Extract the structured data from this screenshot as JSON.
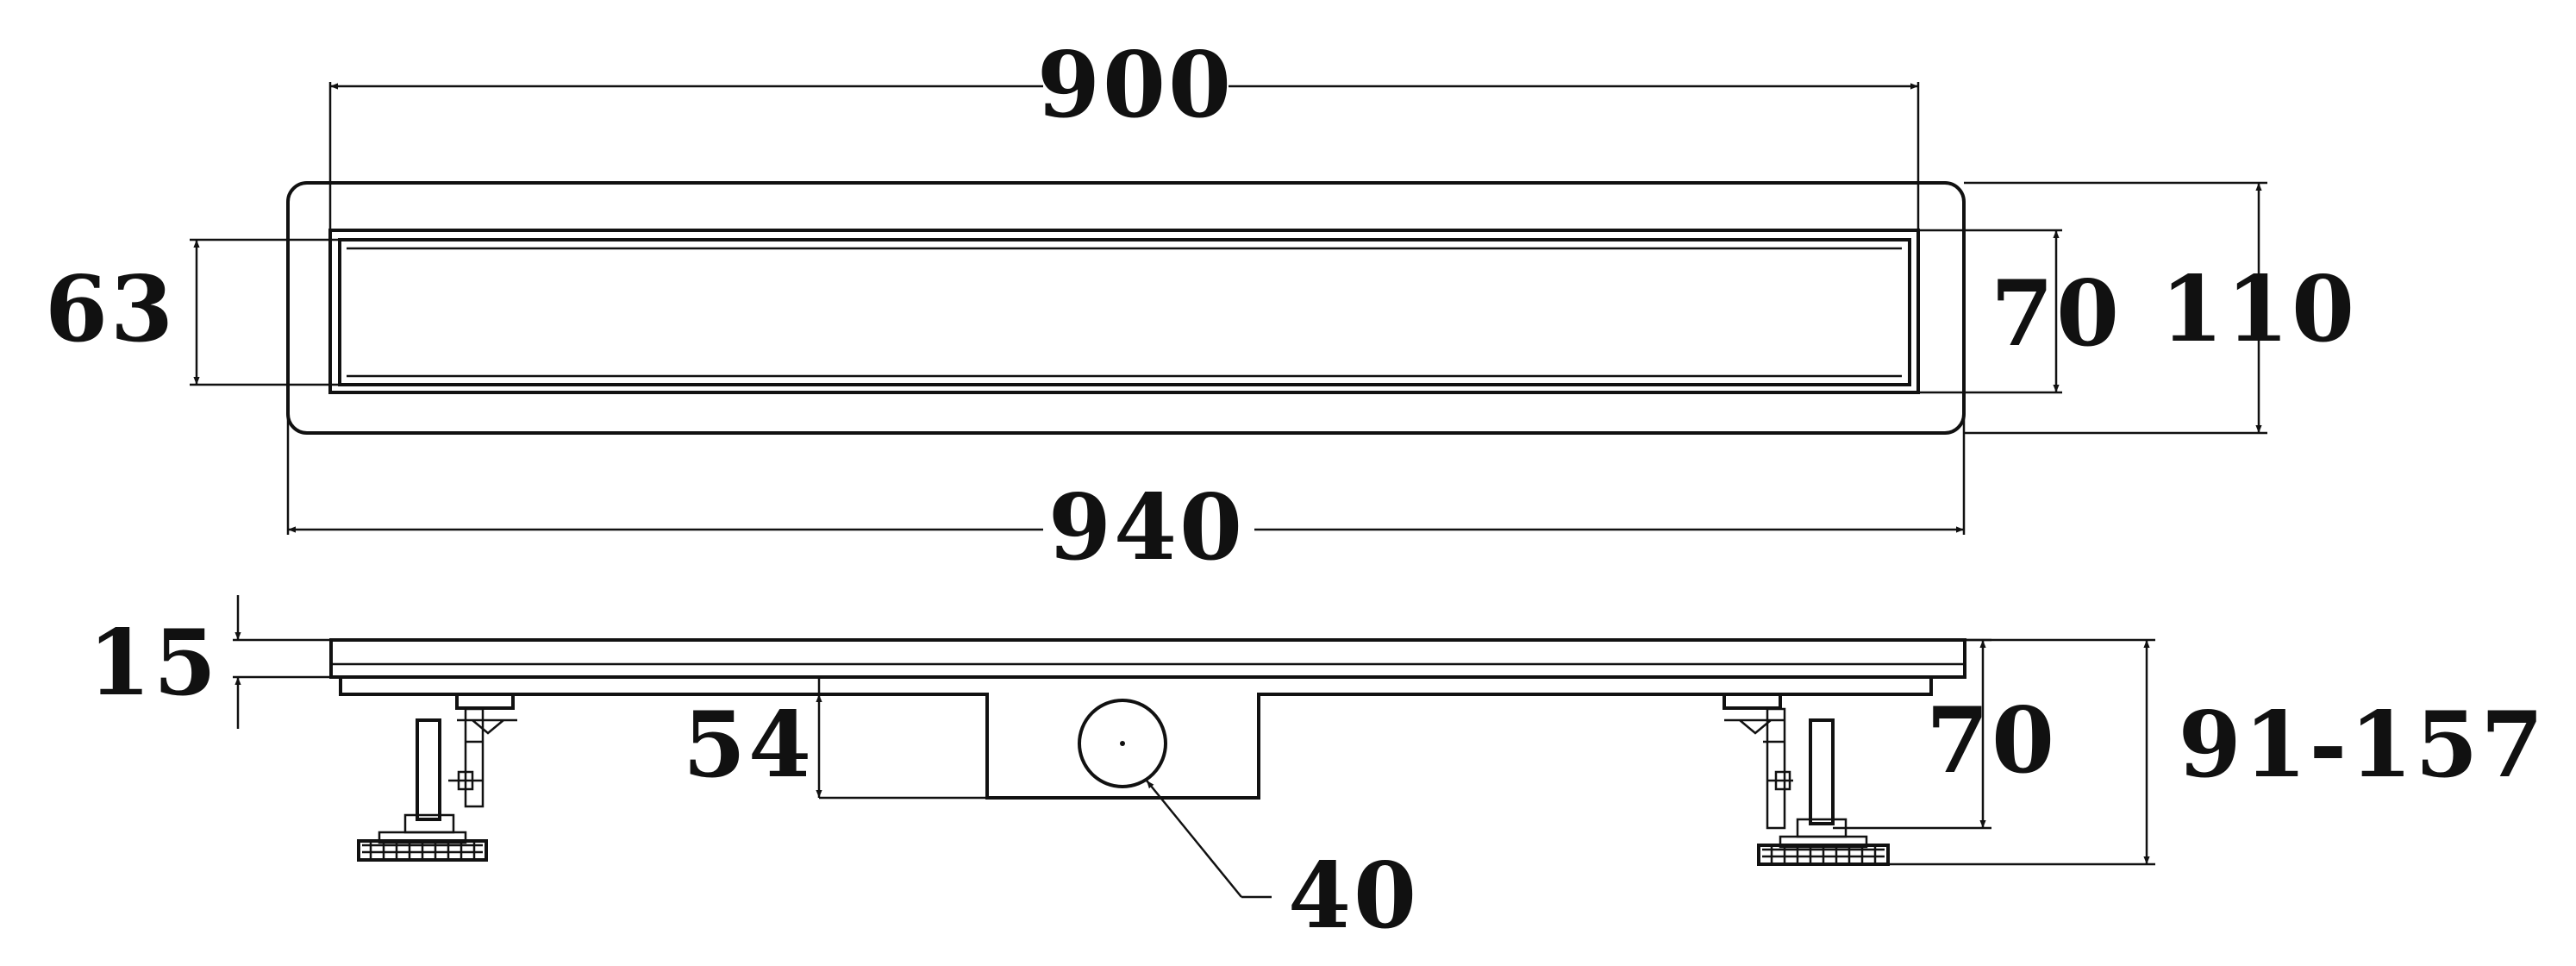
{
  "dimensions": {
    "grate_length": "900",
    "body_length": "940",
    "grate_width": "63",
    "channel_width": "70",
    "body_width": "110",
    "top_thickness": "15",
    "channel_depth": "54",
    "side_height": "70",
    "adjustable_height": "91-157",
    "outlet_diameter": "40"
  },
  "colors": {
    "line": "#111111",
    "background": "#ffffff"
  }
}
